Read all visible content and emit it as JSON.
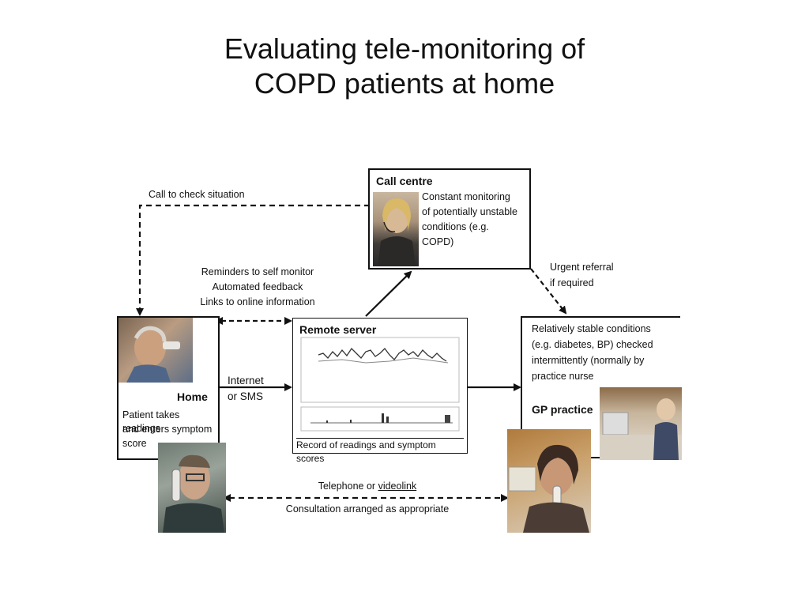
{
  "title": {
    "line1": "Evaluating tele-monitoring of",
    "line2": "COPD patients at home"
  },
  "call_centre": {
    "heading": "Call centre",
    "lines": [
      "Constant monitoring",
      "of potentially unstable",
      "conditions (e.g.",
      "COPD)"
    ]
  },
  "home": {
    "heading": "Home",
    "lines": [
      "Patient takes readings",
      "and enters symptom",
      "score"
    ]
  },
  "remote_server": {
    "heading": "Remote server",
    "caption": "Record of readings and symptom scores"
  },
  "gp": {
    "lines": [
      "Relatively stable conditions",
      "(e.g. diabetes, BP) checked",
      "intermittently (normally by",
      "practice nurse"
    ],
    "heading": "GP practice"
  },
  "arrows": {
    "call_check": "Call to check situation",
    "reminders": [
      "Reminders to self monitor",
      "Automated feedback",
      "Links to online information"
    ],
    "internet": [
      "Internet",
      "or SMS"
    ],
    "urgent": [
      "Urgent referral",
      "if required"
    ],
    "telephone_prefix": "Telephone or ",
    "telephone_link": "videolink",
    "consultation": "Consultation arranged as appropriate"
  },
  "colors": {
    "line": "#111111",
    "plot_trace": "#333333"
  },
  "icons": [
    "patient-photo",
    "operator-photo",
    "nurse-photo",
    "phone-photo",
    "gp-photo"
  ]
}
